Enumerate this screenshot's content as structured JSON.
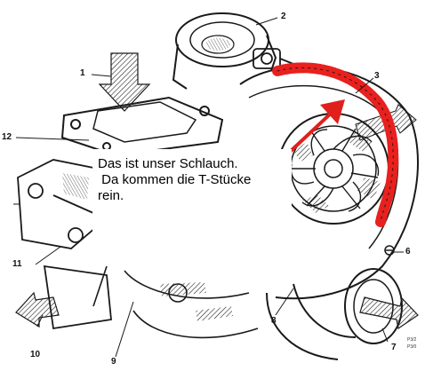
{
  "callouts": {
    "c1": "1",
    "c2": "2",
    "c3": "3",
    "c6": "6",
    "c7": "7",
    "c8": "8",
    "c9": "9",
    "c10": "10",
    "c11": "11",
    "c12": "12"
  },
  "annotation": {
    "line1": "Das ist unser Schlauch.",
    "line2": " Da kommen die T-Stücke",
    "line3": "rein."
  },
  "figure_code": {
    "line1": "P3/2",
    "line2": "P3/0"
  },
  "colors": {
    "drawing": "#1a1a1a",
    "hose_highlight": "#e8201e",
    "arrow_red": "#e0201c",
    "background": "#ffffff"
  }
}
